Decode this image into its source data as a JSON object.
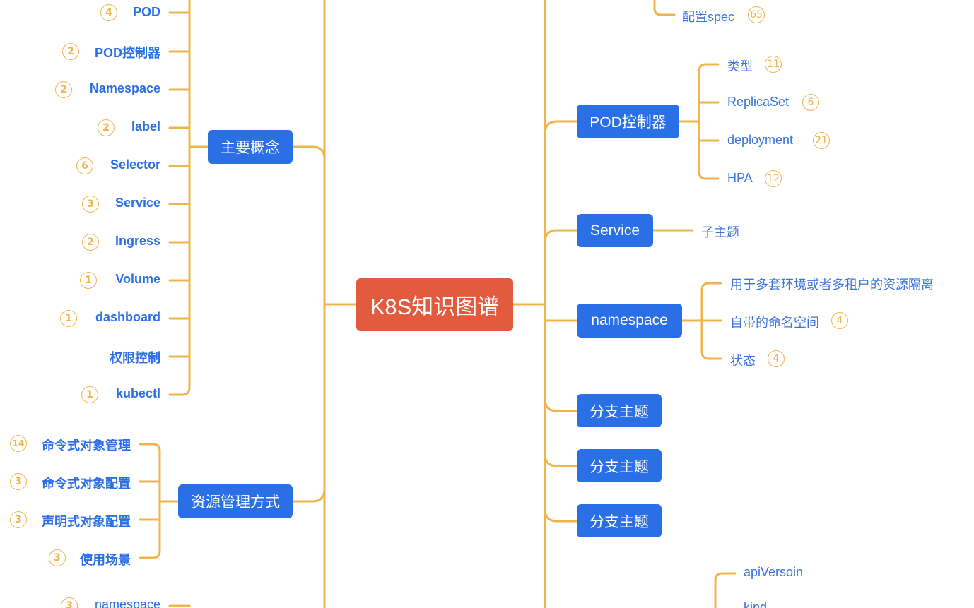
{
  "mindmap": {
    "root": "K8S知识图谱",
    "left": {
      "concepts": {
        "label": "主要概念",
        "items": [
          {
            "label": "POD",
            "count": "4"
          },
          {
            "label": "POD控制器",
            "count": "2"
          },
          {
            "label": "Namespace",
            "count": "2"
          },
          {
            "label": "label",
            "count": "2"
          },
          {
            "label": "Selector",
            "count": "6"
          },
          {
            "label": "Service",
            "count": "3"
          },
          {
            "label": "Ingress",
            "count": "2"
          },
          {
            "label": "Volume",
            "count": "1"
          },
          {
            "label": "dashboard",
            "count": "1"
          },
          {
            "label": "权限控制"
          },
          {
            "label": "kubectl",
            "count": "1"
          }
        ]
      },
      "resource_mgmt": {
        "label": "资源管理方式",
        "items": [
          {
            "label": "命令式对象管理",
            "count": "14"
          },
          {
            "label": "命令式对象配置",
            "count": "3"
          },
          {
            "label": "声明式对象配置",
            "count": "3"
          },
          {
            "label": "使用场景",
            "count": "3"
          }
        ]
      },
      "partial": {
        "label": "namespace",
        "count": "3"
      }
    },
    "right": {
      "top_partial": {
        "label": "配置spec",
        "count": "65"
      },
      "pod_controller": {
        "label": "POD控制器",
        "items": [
          {
            "label": "类型",
            "count": "11"
          },
          {
            "label": "ReplicaSet",
            "count": "6"
          },
          {
            "label": "deployment",
            "count": "21"
          },
          {
            "label": "HPA",
            "count": "12"
          }
        ]
      },
      "service": {
        "label": "Service",
        "items": [
          {
            "label": "子主题"
          }
        ]
      },
      "namespace": {
        "label": "namespace",
        "items": [
          {
            "label": "用于多套环境或者多租户的资源隔离"
          },
          {
            "label": "自带的命名空间",
            "count": "4"
          },
          {
            "label": "状态",
            "count": "4"
          }
        ]
      },
      "branches": [
        {
          "label": "分支主题"
        },
        {
          "label": "分支主题"
        },
        {
          "label": "分支主题"
        }
      ],
      "bottom_partial": [
        {
          "label": "apiVersoin"
        },
        {
          "label": "kind"
        }
      ]
    }
  },
  "colors": {
    "root": "#e25b3f",
    "main_topic": "#2b6fe6",
    "connector": "#f0b44c",
    "badge": "#f0b44c",
    "leaf_text": "#2b6fe6"
  }
}
